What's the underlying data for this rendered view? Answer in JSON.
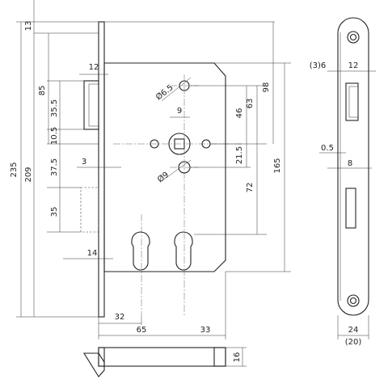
{
  "dimensions": {
    "front_plate_top_offset": "13",
    "overall_height": "235",
    "plate_height": "209",
    "upper_bolt_height": "85",
    "upper_bolt_inner": "35.5",
    "upper_bolt_offset": "10.5",
    "spindle_to_hub_lower": "37.5",
    "lower_bolt_height": "35",
    "latch_projection_12": "12",
    "hole_dia_top": "Ø6.5",
    "hole_dia_bottom": "Ø9",
    "spindle_square": "9",
    "case_top_to_hub": "46",
    "hub_to_hole": "63",
    "case_top_to_spindle": "98",
    "spindle_to_lower": "21.5",
    "spindle_to_cylinder": "72",
    "case_height": "165",
    "front_plate_thickness": "3",
    "case_offset_14": "14",
    "backset_32": "32",
    "backset_65": "65",
    "cylinder_width_33": "33",
    "side_latch_offset": "(3)6",
    "side_latch_12": "12",
    "side_plate_gap": "0.5",
    "side_bolt_8": "8",
    "plate_width": "24",
    "plate_width_alt": "(20)",
    "bottom_thickness": "16"
  }
}
